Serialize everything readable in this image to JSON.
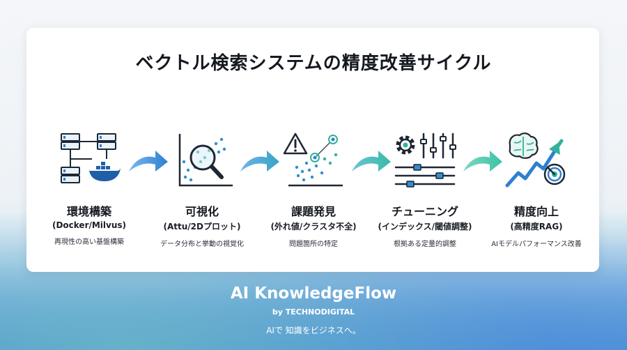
{
  "title": "ベクトル検索システムの精度改善サイクル",
  "steps": [
    {
      "name": "環境構築",
      "sub": "(Docker/Milvus)",
      "desc": "再現性の高い基盤構築"
    },
    {
      "name": "可視化",
      "sub": "(Attu/2Dプロット)",
      "desc": "データ分布と挙動の視覚化"
    },
    {
      "name": "課題発見",
      "sub": "(外れ値/クラスタ不全)",
      "desc": "問題箇所の特定"
    },
    {
      "name": "チューニング",
      "sub": "(インデックス/閾値調整)",
      "desc": "根拠ある定量的調整"
    },
    {
      "name": "精度向上",
      "sub": "(高精度RAG)",
      "desc": "AIモデルパフォーマンス改善"
    }
  ],
  "brand": {
    "title": "AI KnowledgeFlow",
    "by": "by TECHNODIGITAL",
    "tagline": "AIで 知識をビジネスへ。"
  },
  "colors": {
    "ink": "#14181f",
    "accent_blue": "#2f7fd0",
    "accent_teal": "#2fb39a",
    "arrow_start": "#3f8fe0",
    "arrow_end": "#3cc3a6"
  }
}
